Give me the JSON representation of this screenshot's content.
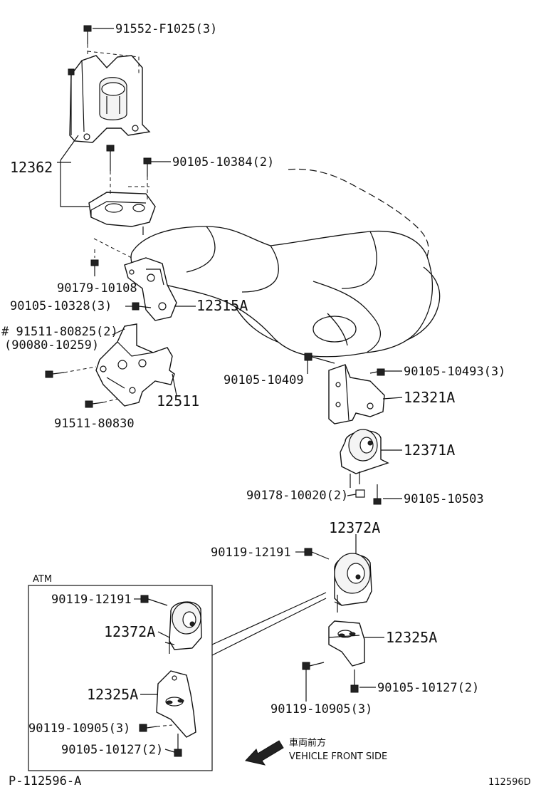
{
  "diagram": {
    "labels": {
      "p91552": "91552-F1025(3)",
      "p12362": "12362",
      "p90105_10384": "90105-10384(2)",
      "p90179_10108": "90179-10108",
      "p90105_10328": "90105-10328(3)",
      "p12315A": "12315A",
      "p91511_80825": "# 91511-80825(2)",
      "p90080_10259": "(90080-10259)",
      "p12511": "12511",
      "p91511_80830": "91511-80830",
      "p90105_10409": "90105-10409",
      "p90105_10493": "90105-10493(3)",
      "p12321A": "12321A",
      "p12371A": "12371A",
      "p90178_10020": "90178-10020(2)",
      "p90105_10503": "90105-10503",
      "p12372A_main": "12372A",
      "p90119_12191_main": "90119-12191",
      "p12325A_main": "12325A",
      "p90105_10127_main": "90105-10127(2)",
      "p90119_10905_main": "90119-10905(3)",
      "atm_title": "ATM",
      "atm_90119_12191": "90119-12191",
      "atm_12372A": "12372A",
      "atm_12325A": "12325A",
      "atm_90119_10905": "90119-10905(3)",
      "atm_90105_10127": "90105-10127(2)"
    },
    "direction": {
      "japanese": "車両前方",
      "english": "VEHICLE FRONT SIDE"
    },
    "footer": {
      "left_code": "P-112596-A",
      "right_code": "112596D"
    }
  }
}
